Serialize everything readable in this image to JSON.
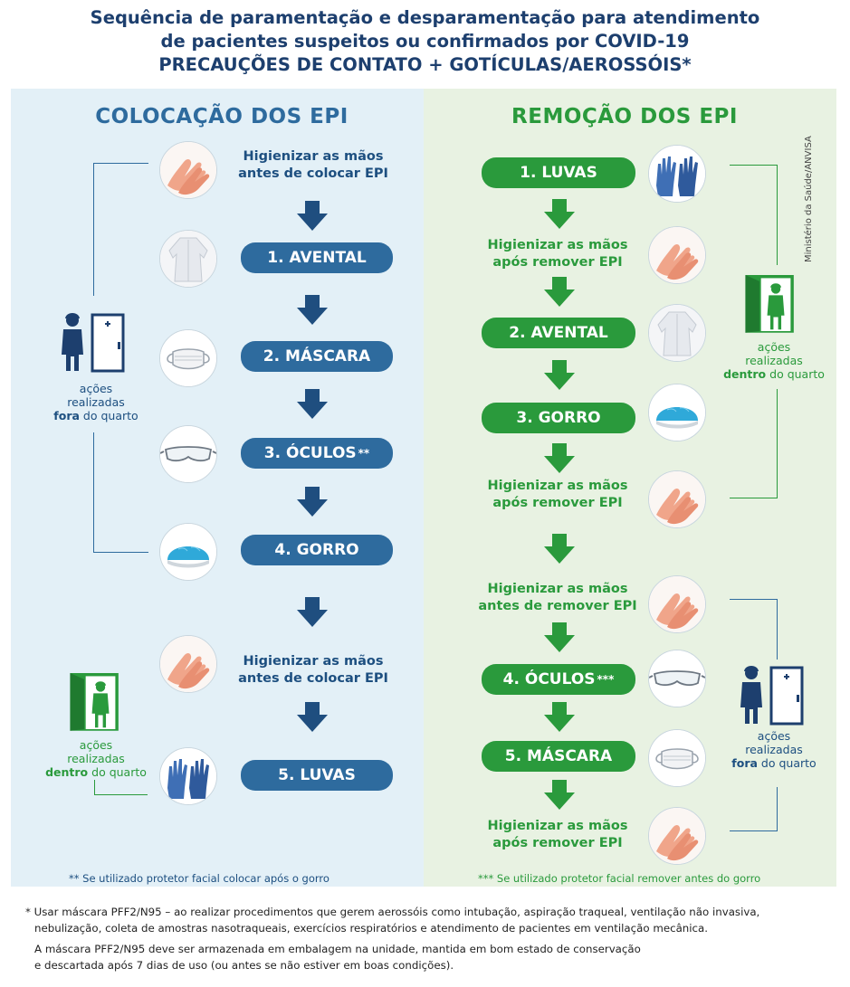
{
  "title": {
    "line1": "Sequência de paramentação e desparamentação para atendimento",
    "line2": "de pacientes suspeitos ou confirmados por COVID-19",
    "line3": "PRECAUÇÕES DE CONTATO + GOTÍCULAS/AEROSSÓIS*"
  },
  "credit": "Ministério da Saúde/ANVISA",
  "colors": {
    "blue": "#2e6b9e",
    "green": "#2a9a3c",
    "navy": "#1d3f6e"
  },
  "left": {
    "heading": "COLOCAÇÃO DOS EPI",
    "step_top_1": "Higienizar as mãos",
    "step_top_2": "antes de colocar EPI",
    "step1": "1. AVENTAL",
    "step2": "2. MÁSCARA",
    "step3": "3. ÓCULOS",
    "step3_mark": "**",
    "step4": "4. GORRO",
    "step_mid_1": "Higienizar as mãos",
    "step_mid_2": "antes de colocar EPI",
    "step5": "5. LUVAS",
    "outside_1": "ações",
    "outside_2": "realizadas",
    "outside_3": "fora",
    "outside_4": "do quarto",
    "inside_1": "ações",
    "inside_2": "realizadas",
    "inside_3": "dentro",
    "inside_4": "do quarto",
    "note": "** Se utilizado protetor facial colocar após o gorro"
  },
  "right": {
    "heading": "REMOÇÃO DOS EPI",
    "step1": "1. LUVAS",
    "wash1_1": "Higienizar as mãos",
    "wash1_2": "após remover EPI",
    "step2": "2. AVENTAL",
    "step3": "3. GORRO",
    "wash2_1": "Higienizar as mãos",
    "wash2_2": "após remover EPI",
    "wash3_1": "Higienizar as mãos",
    "wash3_2": "antes de remover EPI",
    "step4": "4. ÓCULOS",
    "step4_mark": "***",
    "step5": "5. MÁSCARA",
    "wash4_1": "Higienizar as mãos",
    "wash4_2": "após remover EPI",
    "inside_1": "ações",
    "inside_2": "realizadas",
    "inside_3": "dentro",
    "inside_4": "do quarto",
    "outside_1": "ações",
    "outside_2": "realizadas",
    "outside_3": "fora",
    "outside_4": "do quarto",
    "note": "*** Se utilizado protetor facial remover antes do gorro"
  },
  "footnote": {
    "line1": "* Usar máscara PFF2/N95 – ao realizar procedimentos que gerem aerossóis como intubação, aspiração traqueal, ventilação não invasiva,",
    "line2": "nebulização, coleta de amostras nasotraqueais, exercícios respiratórios e atendimento de pacientes em ventilação mecânica.",
    "line3": "A máscara PFF2/N95 deve ser armazenada em embalagem na unidade, mantida em bom estado de conservação",
    "line4": "e descartada após 7 dias de uso (ou antes se não estiver em boas condições)."
  }
}
